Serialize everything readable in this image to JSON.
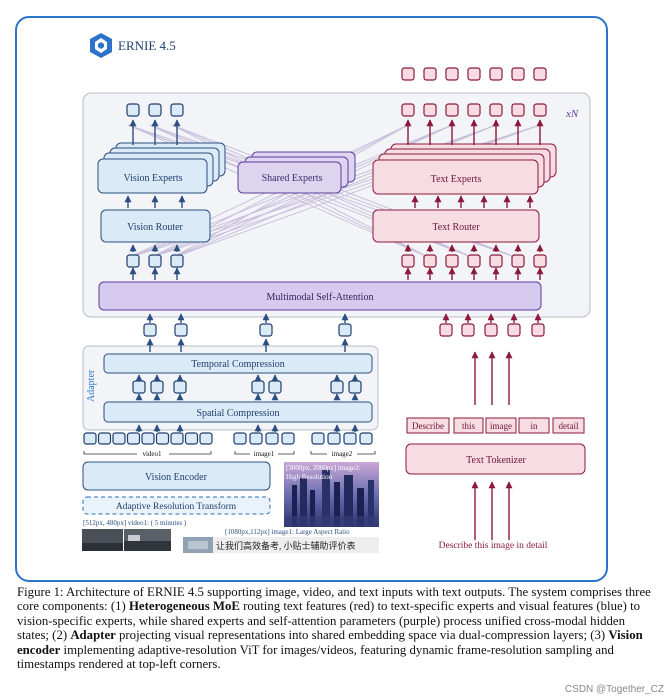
{
  "diagram": {
    "brand": "ERNIE 4.5",
    "repeat_label": "xN",
    "blocks": {
      "vision_experts": "Vision Experts",
      "shared_experts": "Shared Experts",
      "text_experts": "Text Experts",
      "vision_router": "Vision Router",
      "text_router": "Text Router",
      "self_attention": "Multimodal Self-Attention",
      "temporal_compression": "Temporal Compression",
      "spatial_compression": "Spatial Compression",
      "adapter": "Adapter",
      "vision_encoder": "Vision Encoder",
      "adaptive_resolution": "Adaptive Resolution Transform",
      "text_tokenizer": "Text Tokenizer"
    },
    "token_labels": [
      "Describe",
      "this",
      "image",
      "in",
      "detail"
    ],
    "input_text": "Describe this image in detail",
    "group_labels": {
      "video": "video1",
      "image1": "image1",
      "image2": "image2"
    },
    "media_captions": {
      "video": "[512px, 480px] video1: ( 5 minutes )",
      "image1": "[1080px,112px] image1: Large Aspect Ratio",
      "image2_line1": "[3000px, 2000px] image2:",
      "image2_line2": "High Resolution"
    },
    "colors": {
      "blue": "#2b6cb0",
      "purple": "#5b3c9e",
      "red": "#8b1a3a",
      "frame": "#2d73c9"
    }
  },
  "caption": {
    "prefix": "Figure 1: Architecture of ERNIE 4.5 supporting image, video, and text inputs with text outputs. The system comprises three core components: (1) ",
    "moe_label": "Heterogeneous MoE",
    "moe_text": " routing text features (red) to text-specific experts and visual features (blue) to vision-specific experts, while shared experts and self-attention parameters (purple) process unified cross-modal hidden states; (2) ",
    "adapter_label": "Adapter",
    "adapter_text": " projecting visual representations into shared embedding space via dual-compression layers; (3) ",
    "encoder_label": "Vision encoder",
    "encoder_text": " implementing adaptive-resolution ViT for images/videos, featuring dynamic frame-resolution sampling and timestamps rendered at top-left corners."
  },
  "watermark": "CSDN @Together_CZ"
}
